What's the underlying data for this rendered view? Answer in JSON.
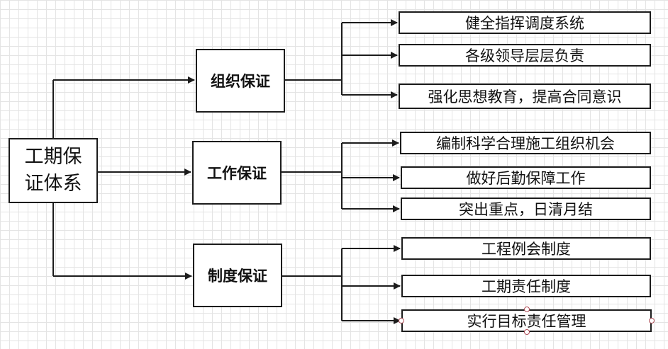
{
  "diagram": {
    "root": {
      "label": "工期保证体系"
    },
    "groups": [
      {
        "label": "组织保证",
        "items": [
          "健全指挥调度系统",
          "各级领导层层负责",
          "强化思想教育，提高合同意识"
        ]
      },
      {
        "label": "工作保证",
        "items": [
          "编制科学合理施工组织机会",
          "做好后勤保障工作",
          "突出重点，日清月结"
        ]
      },
      {
        "label": "制度保证",
        "items": [
          "工程例会制度",
          "工期责任制度",
          "实行目标责任管理"
        ]
      }
    ],
    "colors": {
      "line": "#1c1c1c",
      "grid": "#e4e4e4",
      "selection_handle": "#b0505a"
    }
  }
}
